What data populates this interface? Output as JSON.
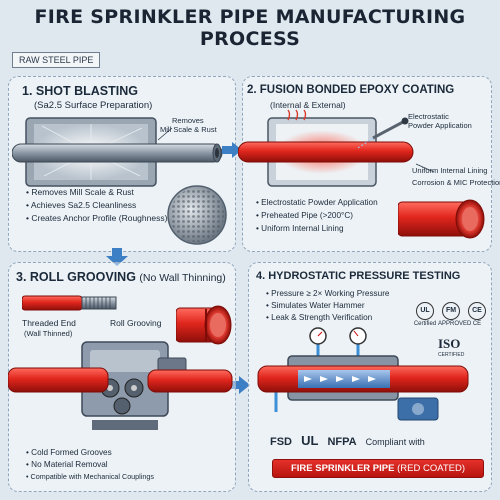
{
  "title": "FIRE SPRINKLER PIPE MANUFACTURING PROCESS",
  "raw_tag": "RAW STEEL PIPE",
  "panel1": {
    "heading": "1. SHOT BLASTING",
    "subheading": "(Sa2.5 Surface Preparation)",
    "callout": [
      "Removes",
      "Mill Scale & Rust"
    ],
    "bullets": [
      "Removes Mill Scale & Rust",
      "Achieves Sa2.5 Cleanliness",
      "Creates Anchor Profile (Roughness)"
    ]
  },
  "panel2": {
    "heading": "2. FUSION BONDED EPOXY COATING",
    "subheading": "(Internal & External)",
    "callout_top": [
      "Electrostatic",
      "Powder Application"
    ],
    "callout_mid": [
      "Uniform Internal Lining",
      "Corrosion & MIC Protection"
    ],
    "bullets": [
      "Electrostatic Powder Application",
      "Preheated Pipe (>200°C)",
      "Uniform Internal Lining"
    ]
  },
  "panel3": {
    "heading": "3. ROLL GROOVING",
    "heading_note": "(No Wall Thinning)",
    "threaded_label": "Threaded End",
    "threaded_note": "(Wall Thinned)",
    "roll_label": "Roll Grooving",
    "bullets": [
      "Cold Formed Grooves",
      "No Material Removal",
      "Compatible with Mechanical Couplings"
    ]
  },
  "panel4": {
    "heading": "4. HYDROSTATIC PRESSURE TESTING",
    "bullets": [
      "Pressure ≥ 2× Working Pressure",
      "Simulates Water Hammer",
      "Leak & Strength Verification"
    ],
    "certs": [
      {
        "mark": "UL",
        "label": "Certified"
      },
      {
        "mark": "FM",
        "label": "APPROVED"
      },
      {
        "mark": "CE",
        "label": "CE"
      }
    ],
    "iso_mark": "ISO",
    "iso_label": "CERTIFIED",
    "logos": [
      "FSD",
      "UL",
      "NFPA"
    ],
    "compliant": "Compliant with"
  },
  "banner_main": "FIRE SPRINKLER PIPE",
  "banner_note": "(RED COATED)",
  "colors": {
    "accent_red": "#d9271f",
    "steel": "#8c98a5",
    "panel_border": "#8fa6bd",
    "water_blue": "#3a8fd6"
  }
}
